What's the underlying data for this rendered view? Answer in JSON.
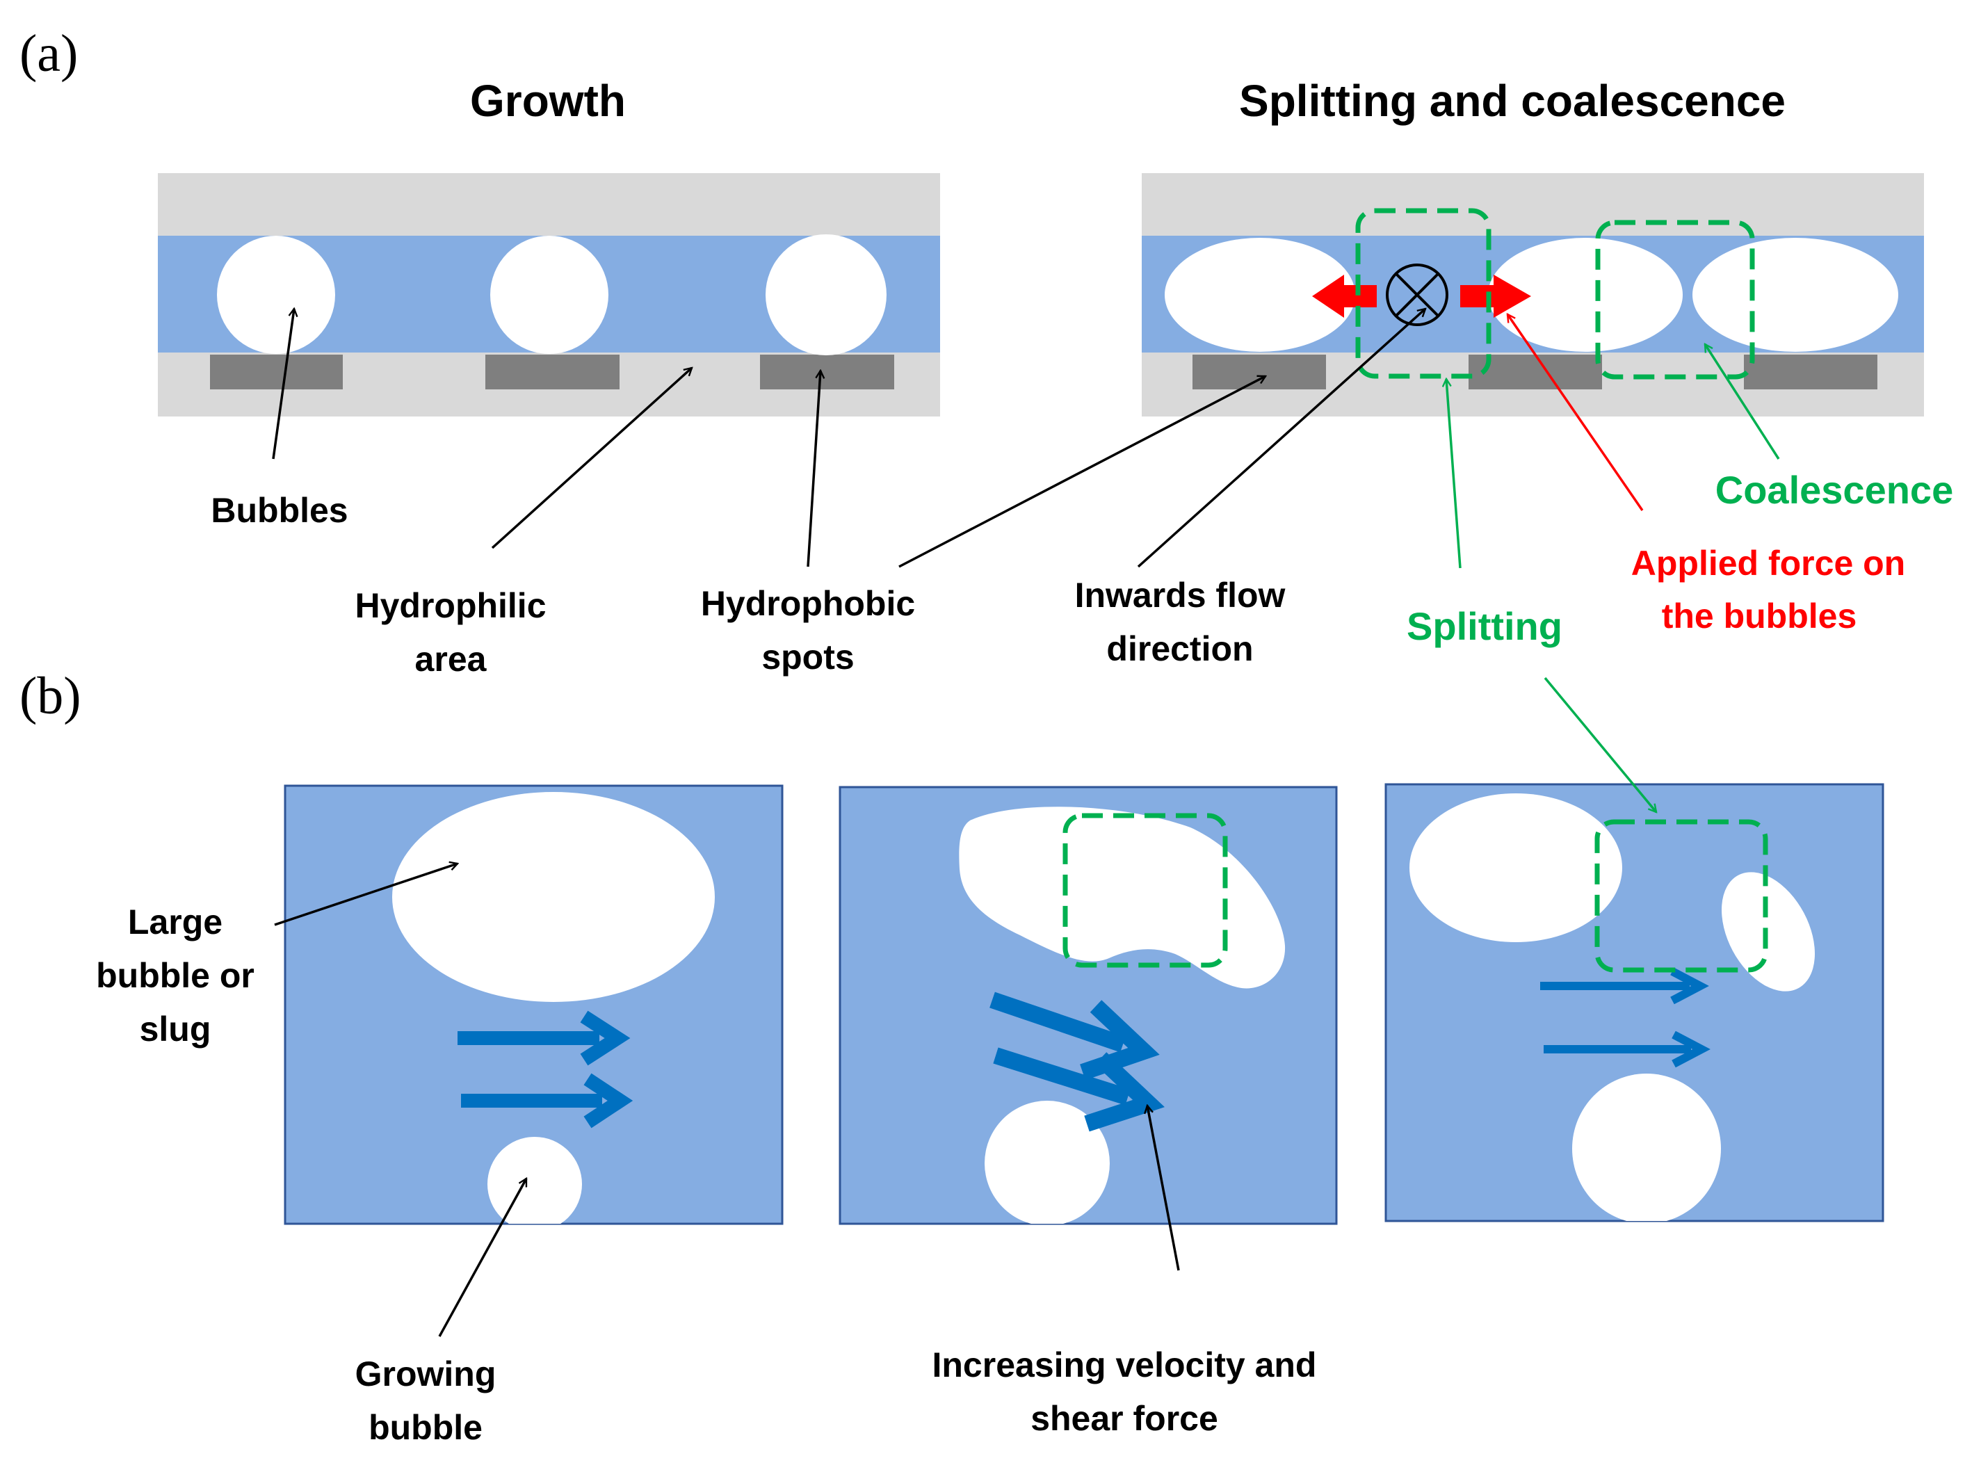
{
  "panel_a": {
    "label": "(a)",
    "growth_title": "Growth",
    "split_title": "Splitting and coalescence",
    "bubbles": "Bubbles",
    "hydrophilic_line1": "Hydrophilic",
    "hydrophilic_line2": "area",
    "hydrophobic_line1": "Hydrophobic",
    "hydrophobic_line2": "spots",
    "inwards_line1": "Inwards flow",
    "inwards_line2": "direction",
    "splitting": "Splitting",
    "coalescence": "Coalescence",
    "force_line1": "Applied force on",
    "force_line2": "the bubbles"
  },
  "panel_b": {
    "label": "(b)",
    "large_line1": "Large",
    "large_line2": "bubble or",
    "large_line3": "slug",
    "growing_line1": "Growing",
    "growing_line2": "bubble",
    "velocity_line1": "Increasing velocity and",
    "velocity_line2": "shear force"
  },
  "colors": {
    "liquid_blue": "#85ADE2",
    "wall_grey": "#D9D9D9",
    "spot_grey": "#7F7F7F",
    "flow_arrow_blue": "#0070C0",
    "split_green": "#00B050",
    "force_red": "#FF0000"
  }
}
